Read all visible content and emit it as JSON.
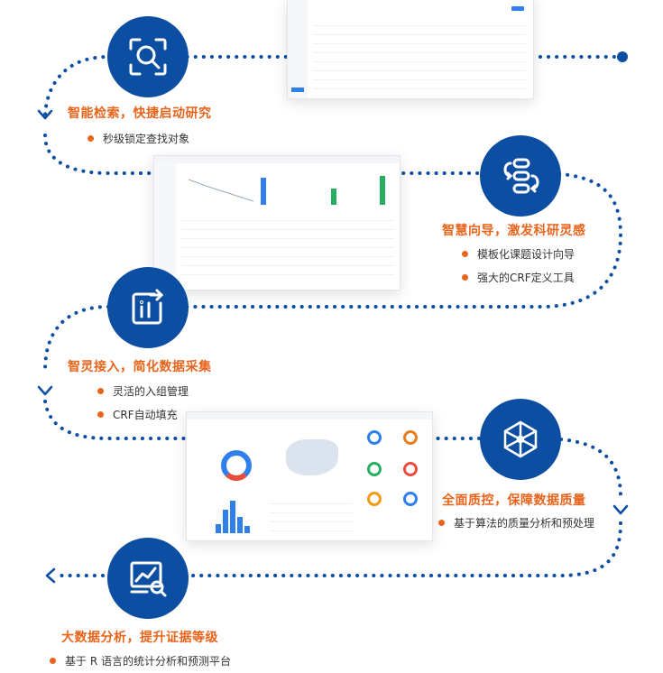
{
  "colors": {
    "primary": "#0b4ea2",
    "accent": "#e9641b",
    "text": "#333333"
  },
  "sections": [
    {
      "title": "智能检索，快捷启动研究",
      "icon": "scan-search-icon",
      "bullets": [
        "秒级锁定查找对象"
      ]
    },
    {
      "title": "智慧向导，激发科研灵感",
      "icon": "workflow-icon",
      "bullets": [
        "模板化课题设计向导",
        "强大的CRF定义工具"
      ]
    },
    {
      "title": "智灵接入，简化数据采集",
      "icon": "data-import-icon",
      "bullets": [
        "灵活的入组管理",
        "CRF自动填充"
      ]
    },
    {
      "title": "全面质控，保障数据质量",
      "icon": "network-icon",
      "bullets": [
        "基于算法的质量分析和预处理"
      ]
    },
    {
      "title": "大数据分析，提升证据等级",
      "icon": "chart-magnifier-icon",
      "bullets": [
        "基于 R 语言的统计分析和预测平台"
      ]
    }
  ]
}
